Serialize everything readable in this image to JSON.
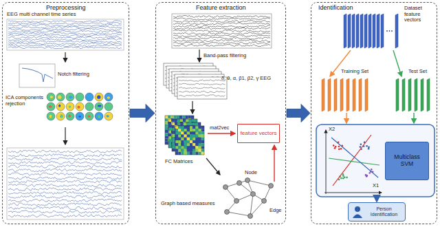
{
  "diagram": {
    "nodes": [
      {
        "text": [
          "Preprocessing"
        ]
      },
      {
        "text": [
          "Feature extraction"
        ]
      },
      {
        "text": [
          "Identification"
        ]
      },
      {
        "text": [
          "feature vectors"
        ],
        "in": 1
      },
      {
        "text": [
          "Multiclass SVM"
        ],
        "in": 2
      },
      {
        "text": [
          "Person Identification"
        ],
        "in": 2
      }
    ],
    "edges": [
      {
        "from": 0,
        "to": 1,
        "arrow": "to"
      },
      {
        "from": 1,
        "to": 2,
        "arrow": "to"
      }
    ],
    "labels": [
      "EEG multi channel time series",
      "Notch filtering",
      "ICA components rejection",
      "Band-pass filtering",
      "δ, θ, α, β1, β2, γ EEG",
      "FC Matrices",
      "mat2vec",
      "Graph based measures",
      "Node",
      "Edge",
      "Dataset feature vectors",
      "Training Set",
      "Test Set",
      "X2",
      "X1"
    ]
  }
}
